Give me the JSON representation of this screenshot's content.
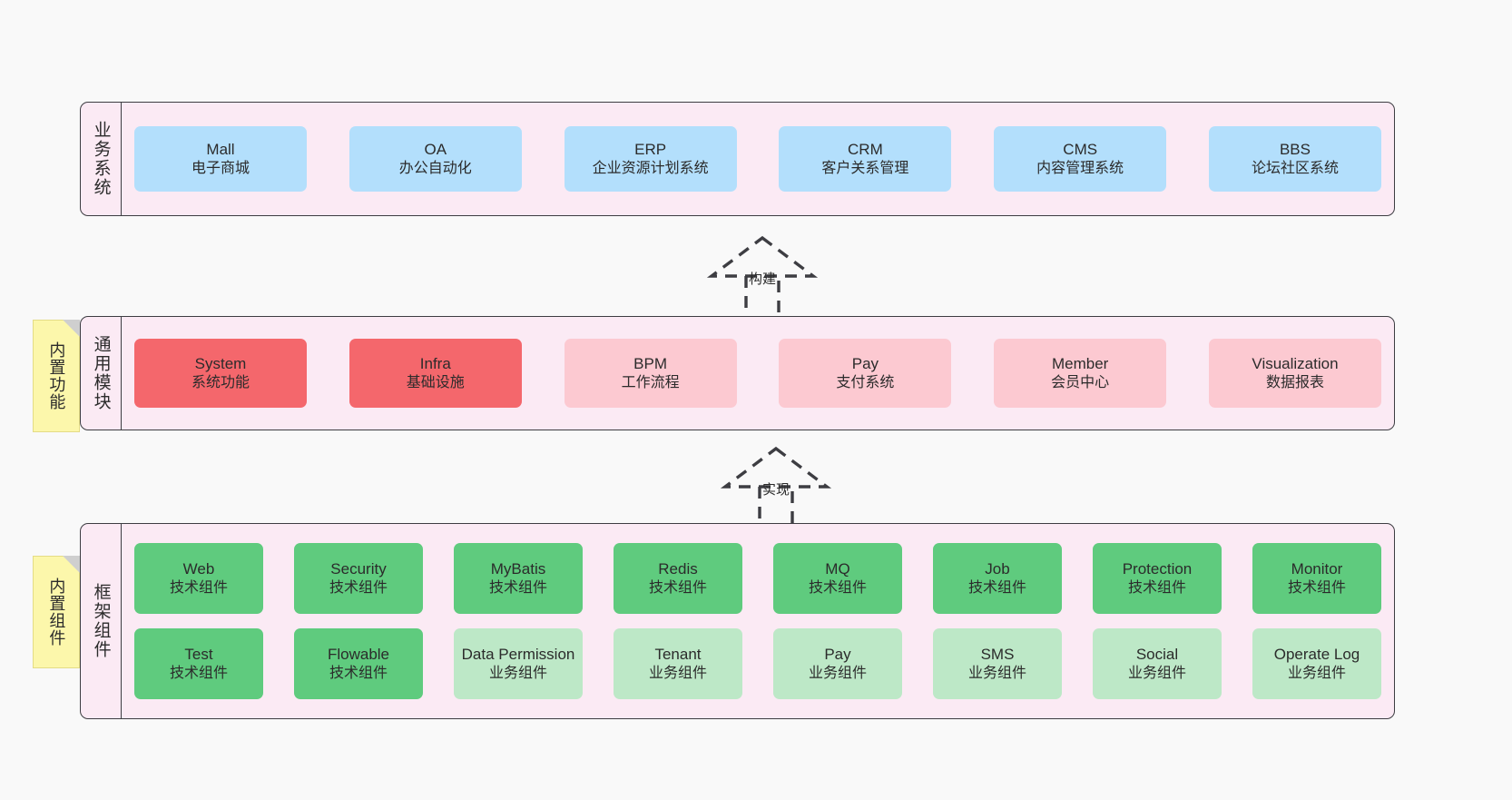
{
  "diagram": {
    "background": "#f9f9f9",
    "panel_fill": "#fbeaf4",
    "panel_border": "#3d3d42",
    "note_fill": "#fcf7ab",
    "colors": {
      "blue": "#b3dffc",
      "red": "#f4676c",
      "pink": "#fcc9d1",
      "green": "#5fcb7e",
      "green_light": "#bde8c7"
    }
  },
  "notes": {
    "common": "内置功能",
    "framework": "内置组件"
  },
  "arrows": {
    "build": "构建",
    "realize": "实现"
  },
  "layers": {
    "business": {
      "title": "业务系统",
      "rows": [
        [
          {
            "en": "Mall",
            "cn": "电子商城",
            "color": "blue"
          },
          {
            "en": "OA",
            "cn": "办公自动化",
            "color": "blue"
          },
          {
            "en": "ERP",
            "cn": "企业资源计划系统",
            "color": "blue"
          },
          {
            "en": "CRM",
            "cn": "客户关系管理",
            "color": "blue"
          },
          {
            "en": "CMS",
            "cn": "内容管理系统",
            "color": "blue"
          },
          {
            "en": "BBS",
            "cn": "论坛社区系统",
            "color": "blue"
          }
        ]
      ]
    },
    "common": {
      "title": "通用模块",
      "rows": [
        [
          {
            "en": "System",
            "cn": "系统功能",
            "color": "red"
          },
          {
            "en": "Infra",
            "cn": "基础设施",
            "color": "red"
          },
          {
            "en": "BPM",
            "cn": "工作流程",
            "color": "pink"
          },
          {
            "en": "Pay",
            "cn": "支付系统",
            "color": "pink"
          },
          {
            "en": "Member",
            "cn": "会员中心",
            "color": "pink"
          },
          {
            "en": "Visualization",
            "cn": "数据报表",
            "color": "pink"
          }
        ]
      ]
    },
    "framework": {
      "title": "框架组件",
      "rows": [
        [
          {
            "en": "Web",
            "cn": "技术组件",
            "color": "green"
          },
          {
            "en": "Security",
            "cn": "技术组件",
            "color": "green"
          },
          {
            "en": "MyBatis",
            "cn": "技术组件",
            "color": "green"
          },
          {
            "en": "Redis",
            "cn": "技术组件",
            "color": "green"
          },
          {
            "en": "MQ",
            "cn": "技术组件",
            "color": "green"
          },
          {
            "en": "Job",
            "cn": "技术组件",
            "color": "green"
          },
          {
            "en": "Protection",
            "cn": "技术组件",
            "color": "green"
          },
          {
            "en": "Monitor",
            "cn": "技术组件",
            "color": "green"
          }
        ],
        [
          {
            "en": "Test",
            "cn": "技术组件",
            "color": "green"
          },
          {
            "en": "Flowable",
            "cn": "技术组件",
            "color": "green"
          },
          {
            "en": "Data Permission",
            "cn": "业务组件",
            "color": "green_light"
          },
          {
            "en": "Tenant",
            "cn": "业务组件",
            "color": "green_light"
          },
          {
            "en": "Pay",
            "cn": "业务组件",
            "color": "green_light"
          },
          {
            "en": "SMS",
            "cn": "业务组件",
            "color": "green_light"
          },
          {
            "en": "Social",
            "cn": "业务组件",
            "color": "green_light"
          },
          {
            "en": "Operate Log",
            "cn": "业务组件",
            "color": "green_light"
          }
        ]
      ]
    }
  }
}
